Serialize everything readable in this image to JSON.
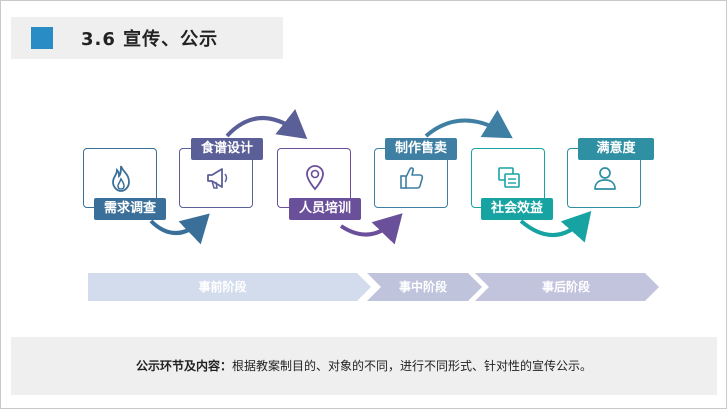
{
  "title": "3.6 宣传、公示",
  "steps": [
    {
      "label": "需求调查",
      "icon": "flame-icon",
      "color": "#3a6f99"
    },
    {
      "label": "食谱设计",
      "icon": "megaphone-icon",
      "color": "#5b5f97"
    },
    {
      "label": "人员培训",
      "icon": "location-pin-icon",
      "color": "#6a4f9a"
    },
    {
      "label": "制作售卖",
      "icon": "thumbs-up-icon",
      "color": "#3f7fa3"
    },
    {
      "label": "社会效益",
      "icon": "documents-icon",
      "color": "#18a3a3"
    },
    {
      "label": "满意度",
      "icon": "user-icon",
      "color": "#2f8fa3"
    }
  ],
  "phases": [
    {
      "label": "事前阶段",
      "color": "#d3dcec"
    },
    {
      "label": "事中阶段",
      "color": "#bfc4dc"
    },
    {
      "label": "事后阶段",
      "color": "#c2c3dc"
    }
  ],
  "footer": {
    "label": "公示环节及内容：",
    "text": "根据教案制目的、对象的不同，进行不同形式、针对性的宣传公示。"
  }
}
